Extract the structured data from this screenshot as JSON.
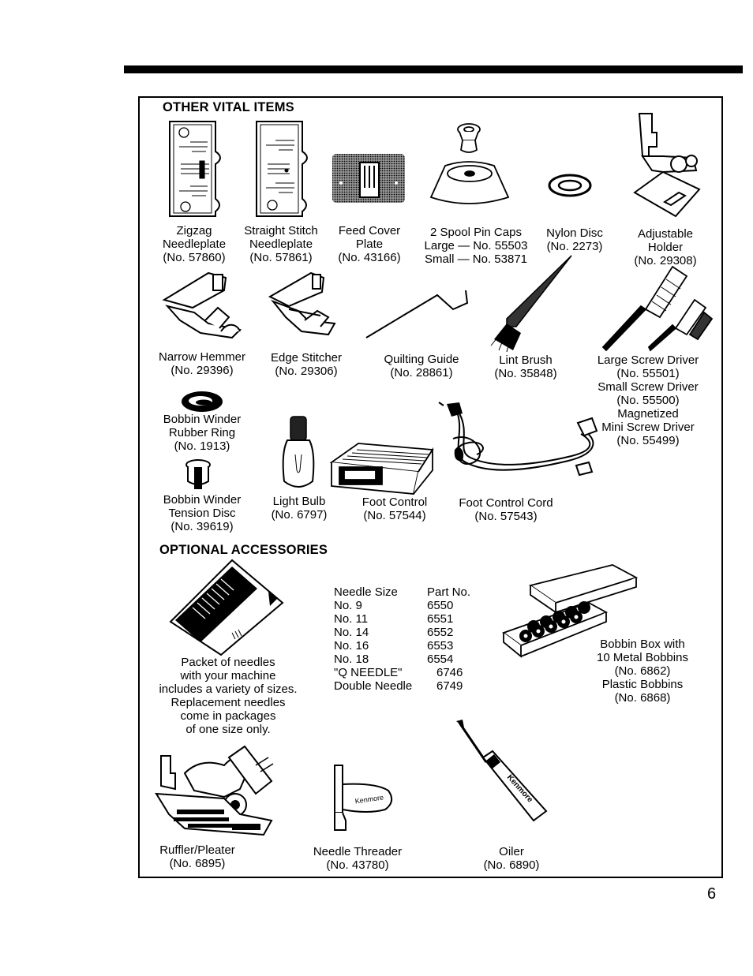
{
  "sections": {
    "vital_title": "OTHER VITAL ITEMS",
    "optional_title": "OPTIONAL ACCESSORIES"
  },
  "items": {
    "zigzag": [
      "Zigzag",
      "Needleplate",
      "(No. 57860)"
    ],
    "straight": [
      "Straight Stitch",
      "Needleplate",
      "(No. 57861)"
    ],
    "feedcover": [
      "Feed Cover",
      "Plate",
      "(No. 43166)"
    ],
    "spoolcaps": [
      "2 Spool Pin Caps",
      "Large — No. 55503",
      "Small — No. 53871"
    ],
    "nylondisc": [
      "Nylon Disc",
      "(No. 2273)"
    ],
    "holder": [
      "Adjustable",
      "Holder",
      "(No. 29308)"
    ],
    "hemmer": [
      "Narrow Hemmer",
      "(No. 29396)"
    ],
    "edgestitcher": [
      "Edge Stitcher",
      "(No. 29306)"
    ],
    "quilting": [
      "Quilting Guide",
      "(No. 28861)"
    ],
    "lintbrush": [
      "Lint Brush",
      "(No. 35848)"
    ],
    "screwdrivers": [
      "Large Screw Driver",
      "(No. 55501)",
      "Small Screw Driver",
      "(No. 55500)",
      "Magnetized",
      "Mini Screw Driver",
      "(No. 55499)"
    ],
    "rubberring": [
      "Bobbin Winder",
      "Rubber Ring",
      "(No. 1913)"
    ],
    "tensiondisc": [
      "Bobbin Winder",
      "Tension Disc",
      "(No. 39619)"
    ],
    "lightbulb": [
      "Light Bulb",
      "(No. 6797)"
    ],
    "footcontrol": [
      "Foot Control",
      "(No. 57544)"
    ],
    "footcord": [
      "Foot Control Cord",
      "(No. 57543)"
    ],
    "needles": [
      "Packet of needles",
      "with your machine",
      "includes a variety of sizes.",
      "Replacement needles",
      "come in packages",
      "of one size only."
    ],
    "bobbinbox": [
      "Bobbin Box with",
      "10 Metal Bobbins",
      "(No. 6862)",
      "Plastic Bobbins",
      "(No. 6868)"
    ],
    "ruffler": [
      "Ruffler/Pleater",
      "(No. 6895)"
    ],
    "threader": [
      "Needle Threader",
      "(No. 43780)"
    ],
    "oiler": [
      "Oiler",
      "(No. 6890)"
    ]
  },
  "needle_table": {
    "headers": [
      "Needle Size",
      "Part No."
    ],
    "rows": [
      [
        "No.  9",
        "6550"
      ],
      [
        "No. 11",
        "6551"
      ],
      [
        "No. 14",
        "6552"
      ],
      [
        "No. 16",
        "6553"
      ],
      [
        "No. 18",
        "6554"
      ],
      [
        "\"Q NEEDLE\"",
        "6746"
      ],
      [
        "Double Needle",
        "6749"
      ]
    ]
  },
  "artwork": {
    "threader_brand": "Kenmore",
    "oiler_brand": "Kenmore"
  },
  "page_number": "6"
}
